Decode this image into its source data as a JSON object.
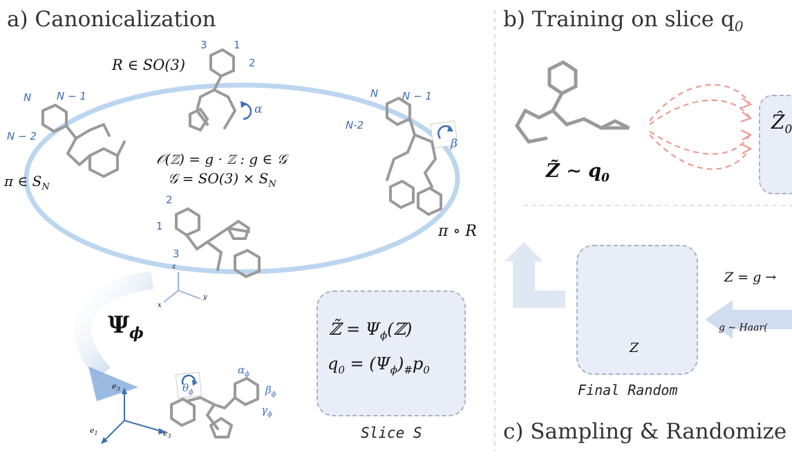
{
  "panel_a": {
    "title": "a) Canonicalization",
    "rotation_label": "R ∈ SO(3)",
    "perm_label": "π ∈ S",
    "perm_sub": "N",
    "orbit_eq": "𝒪(ℤ) = g · ℤ : g ∈ 𝒢",
    "group_eq": "𝒢 = SO(3) × S",
    "group_sub": "N",
    "compose_label": "π ∘ R",
    "psi_label": "Ψ",
    "psi_sub": "ϕ",
    "alpha": "α",
    "beta": "β",
    "theta": "θ",
    "theta_sub": "ϕ",
    "alpha_phi": "α",
    "beta_phi": "β",
    "gamma_phi": "γ",
    "phi_sub": "ϕ",
    "left_labels": [
      "N",
      "N − 1",
      "N − 2"
    ],
    "right_labels": [
      "N",
      "N − 1",
      "N-2"
    ],
    "top_nums": [
      "3",
      "1",
      "2"
    ],
    "bottom_nums": [
      "2",
      "1",
      "3"
    ],
    "axes_xyz": [
      "z",
      "x",
      "y"
    ],
    "axes_e": [
      "e",
      "e",
      "e"
    ],
    "axes_e_sub": [
      "3",
      "1",
      "3"
    ],
    "slice_eq1": "ℤ̃ = Ψ",
    "slice_eq1_sub": "ϕ",
    "slice_eq1_tail": "(ℤ)",
    "slice_eq2": "q",
    "slice_eq2_sub": "0",
    "slice_eq2_mid": " = (Ψ",
    "slice_eq2_sub2": "ϕ",
    "slice_eq2_mid2": ")",
    "slice_eq2_sub3": "#",
    "slice_eq2_tail": "p",
    "slice_eq2_sub4": "0",
    "slice_caption": "Slice S"
  },
  "panel_b": {
    "title": "b) Training on slice q",
    "title_sub": "0",
    "z_tilde": "Z̃ ∼ q",
    "z_tilde_sub": "0",
    "z_hat": "Ẑ",
    "z_hat_sub": "0"
  },
  "panel_c": {
    "title": "c) Sampling & Randomize",
    "final_z": "Z",
    "final_caption": "Final Random",
    "z_eq": "Z = g →",
    "haar": "g ∼ Haar("
  },
  "colors": {
    "accent_blue": "#3d6fb3",
    "ellipse_blue": "#bcd6f0",
    "dashed_red": "#ee9a92",
    "box_fill": "#e9edf7",
    "box_border": "#a9b2c8",
    "divider": "#c8cfe0"
  }
}
